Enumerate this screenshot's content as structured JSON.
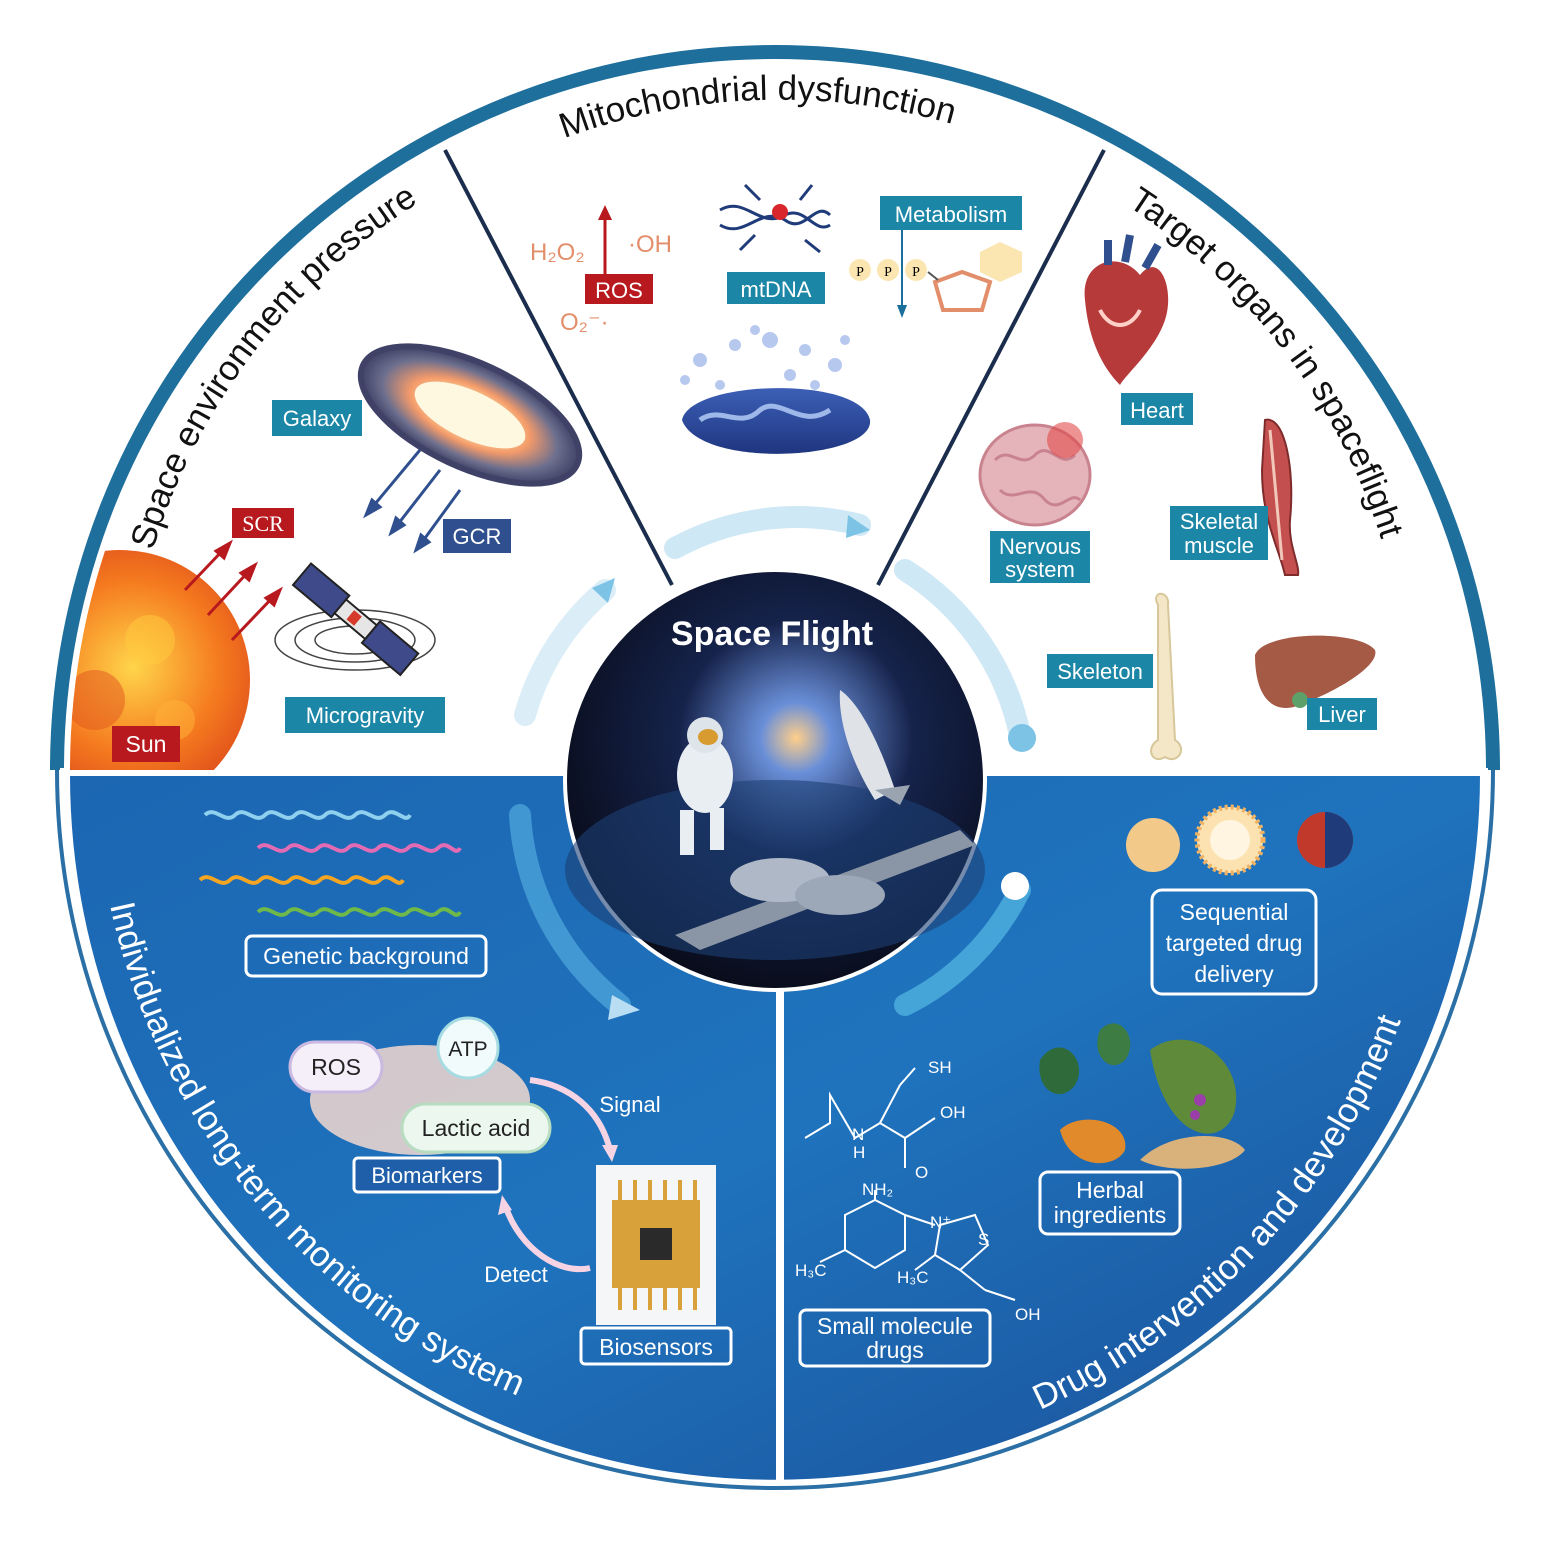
{
  "center": {
    "title": "Space Flight"
  },
  "sections": {
    "space_env": {
      "title": "Space environment pressure",
      "labels": {
        "galaxy": "Galaxy",
        "scr": "SCR",
        "gcr": "GCR",
        "sun": "Sun",
        "microgravity": "Microgravity"
      }
    },
    "mito": {
      "title": "Mitochondrial dysfunction",
      "labels": {
        "h2o2": "H₂O₂",
        "oh": "·OH",
        "ros": "ROS",
        "o2": "O₂⁻·",
        "mtdna": "mtDNA",
        "metabolism": "Metabolism",
        "p": "P"
      }
    },
    "organs": {
      "title": "Target organs in spaceflight",
      "labels": {
        "heart": "Heart",
        "nervous1": "Nervous",
        "nervous2": "system",
        "skeletal1": "Skeletal",
        "skeletal2": "muscle",
        "skeleton": "Skeleton",
        "liver": "Liver"
      }
    },
    "monitoring": {
      "title": "Individualized long-term monitoring system",
      "labels": {
        "genetic": "Genetic background",
        "ros": "ROS",
        "atp": "ATP",
        "lactic": "Lactic acid",
        "biomarkers": "Biomarkers",
        "signal": "Signal",
        "detect": "Detect",
        "biosensors": "Biosensors"
      }
    },
    "drug": {
      "title": "Drug intervention and development",
      "labels": {
        "seq1": "Sequential",
        "seq2": "targeted drug",
        "seq3": "delivery",
        "herbal1": "Herbal",
        "herbal2": "ingredients",
        "small1": "Small molecule",
        "small2": "drugs",
        "sh": "SH",
        "oh": "OH",
        "o": "O",
        "h": "H",
        "n": "N",
        "nh2": "NH₂",
        "h3c": "H₃C",
        "s": "S",
        "nplus": "N⁺"
      }
    }
  },
  "colors": {
    "teal": "#1b86a6",
    "red": "#b8191f",
    "navy": "#2f4f8f",
    "blue_dark": "#1f5ea8",
    "blue_light": "#3a9fd6",
    "orange_text": "#e38e6a"
  }
}
